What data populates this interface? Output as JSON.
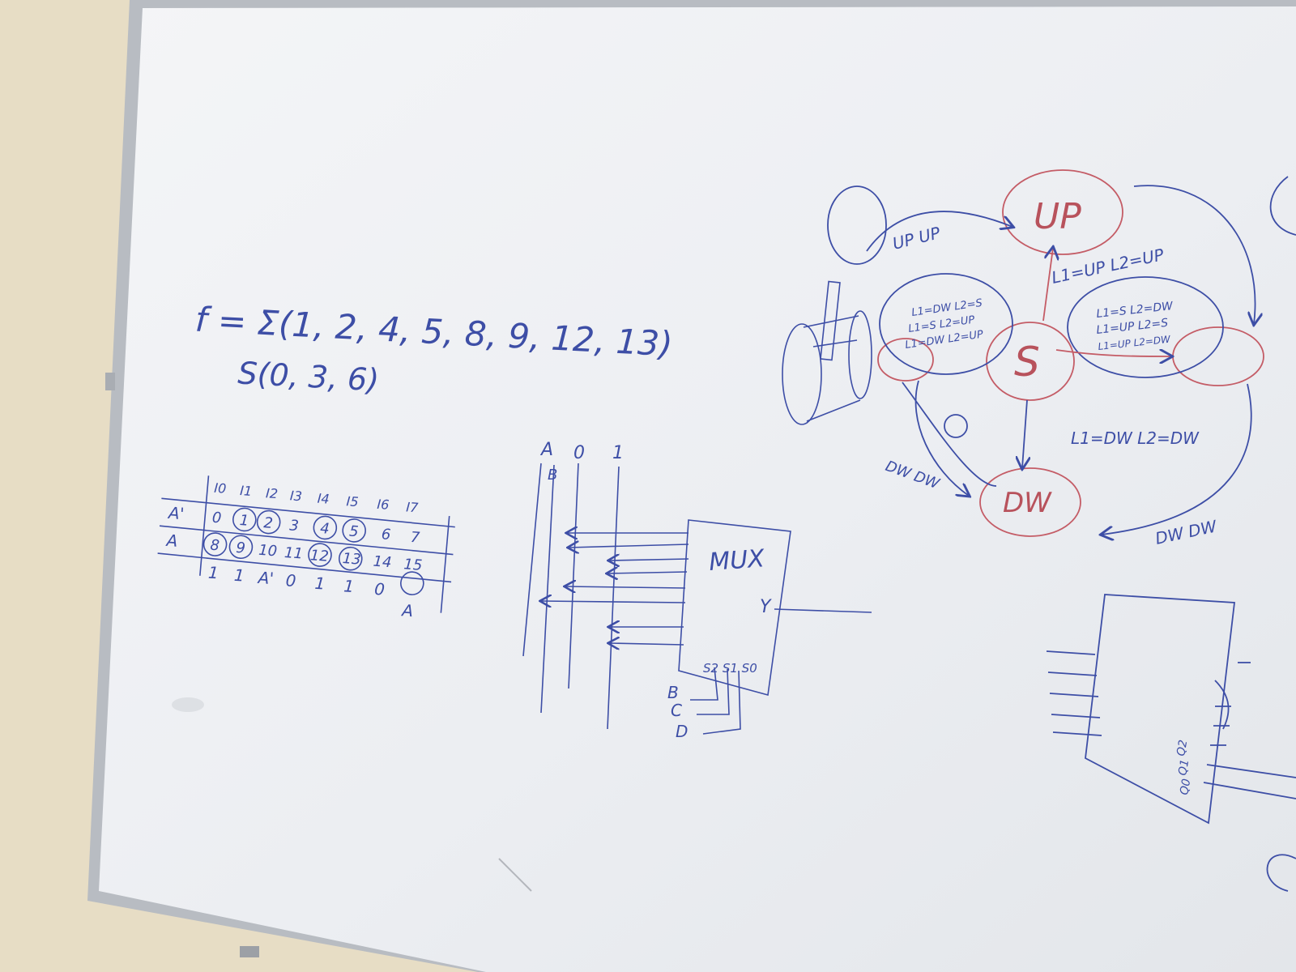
{
  "photo": {
    "colors": {
      "wall": "#e6dcc4",
      "board": "#eef0f3",
      "frame": "#b8bcc2",
      "blue_ink": "#3d4ea6",
      "red_ink": "#b8525c"
    },
    "formula": {
      "line1": "f = Σ(1, 2, 4, 5, 8, 9, 12, 13)",
      "line2": "S(0, 3, 6)"
    },
    "table": {
      "headers": [
        "I0",
        "I1",
        "I2",
        "I3",
        "I4",
        "I5",
        "I6",
        "I7"
      ],
      "row_labels": [
        "A'",
        "A"
      ],
      "row1": [
        "0",
        "1",
        "2",
        "3",
        "4",
        "5",
        "6",
        "7"
      ],
      "row2": [
        "8",
        "9",
        "10",
        "11",
        "12",
        "13",
        "14",
        "15"
      ],
      "result": [
        "1",
        "1",
        "A'",
        "0",
        "1",
        "1",
        "0",
        "A"
      ]
    },
    "mux": {
      "top_labels": [
        "A",
        "0",
        "1"
      ],
      "side_label": "B",
      "block_label": "MUX",
      "output_label": "Y",
      "select_label": "S2 S1 S0",
      "select_inputs": [
        "B",
        "C",
        "D"
      ]
    },
    "state_diagram": {
      "states": [
        "UP",
        "S",
        "DW"
      ],
      "edge_labels": [
        "UP UP",
        "L1=UP  L2=UP",
        "L1=DW  L2=S",
        "L1=S  L2=UP",
        "L1=DW  L2=UP",
        "L1=S  L2=DW",
        "L1=UP  L2=S",
        "L1=UP  L2=DW",
        "L1=DW  L2=DW",
        "DW DW",
        "DW DW"
      ]
    },
    "chip": {
      "pin_labels": [
        "Q2",
        "Q1",
        "Q0"
      ]
    }
  }
}
